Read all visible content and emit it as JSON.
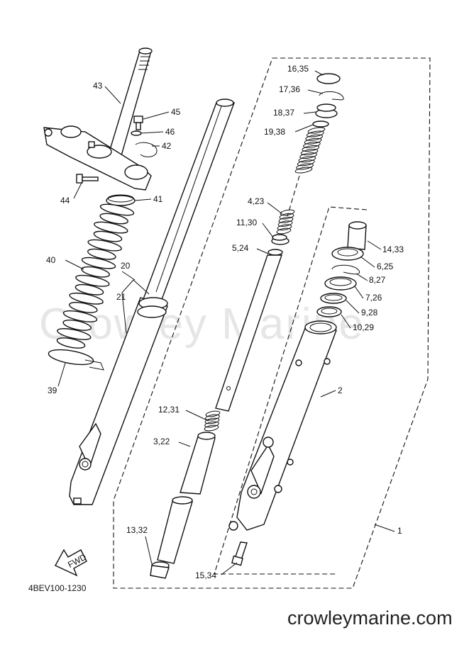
{
  "diagram": {
    "drawing_code": "4BEV100-1230",
    "watermark": "Crowley Marine",
    "website": "crowleymarine.com",
    "fwd_label": "FWD",
    "callouts": {
      "c43": "43",
      "c45": "45",
      "c46": "46",
      "c42": "42",
      "c44": "44",
      "c41": "41",
      "c40": "40",
      "c20": "20",
      "c21": "21",
      "c39": "39",
      "c1635": "16,35",
      "c1736": "17,36",
      "c1837": "18,37",
      "c1938": "19,38",
      "c423": "4,23",
      "c1130": "11,30",
      "c524": "5,24",
      "c1433": "14,33",
      "c625": "6,25",
      "c827": "8,27",
      "c726": "7,26",
      "c928": "9,28",
      "c1029": "10,29",
      "c2": "2",
      "c1231": "12,31",
      "c322": "3,22",
      "c1332": "13,32",
      "c1534": "15,34",
      "c1": "1"
    }
  }
}
